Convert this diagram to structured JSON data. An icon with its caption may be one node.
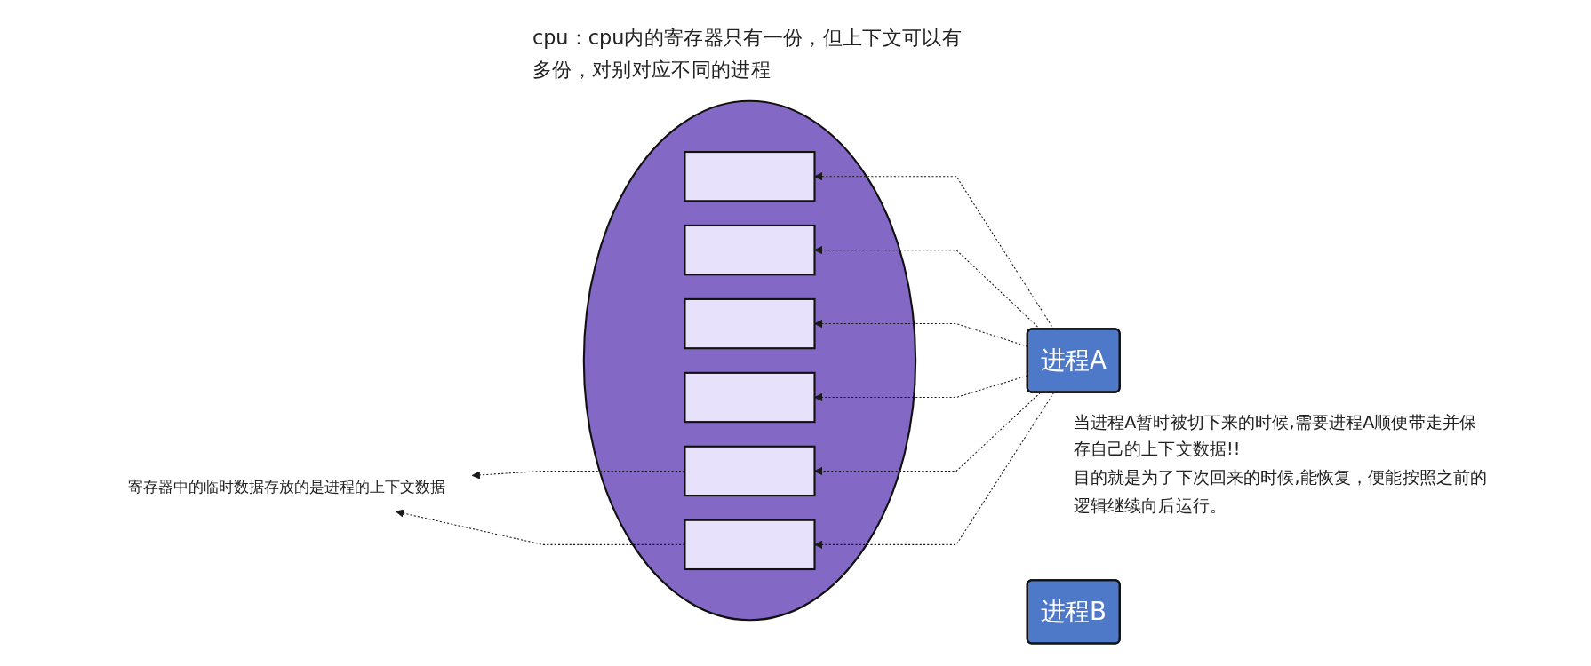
{
  "diagram": {
    "nodes": [
      {
        "text": [
          "cpu：cpu内的寄存器只有一份，但上下文可以有多份，对别对应不同的进程"
        ]
      },
      {
        "text": [],
        "shape": "box",
        "in": 0
      },
      {
        "text": [],
        "shape": "box",
        "in": 0
      },
      {
        "text": [],
        "shape": "box",
        "in": 0
      },
      {
        "text": [],
        "shape": "box",
        "in": 0
      },
      {
        "text": [],
        "shape": "box",
        "in": 0
      },
      {
        "text": [],
        "shape": "box",
        "in": 0
      },
      {
        "text": [
          "进程A"
        ],
        "beside": [
          "当进程A暂时被切下来的时候,需要进程A顺便带走并保存自己的上下文数据!!",
          "目的就是为了下次回来的时候,能恢复，便能按照之前的逻辑继续向后运行。"
        ]
      },
      {
        "text": [
          "进程B"
        ]
      },
      {
        "text": [
          "寄存器中的临时数据存放的是进程的上下文数据"
        ]
      }
    ],
    "edges": [
      {
        "from": 7,
        "to": 1,
        "arrow": "to",
        "style": "dashed"
      },
      {
        "from": 7,
        "to": 2,
        "arrow": "to",
        "style": "dashed"
      },
      {
        "from": 7,
        "to": 3,
        "arrow": "to",
        "style": "dashed"
      },
      {
        "from": 7,
        "to": 4,
        "arrow": "to",
        "style": "dashed"
      },
      {
        "from": 7,
        "to": 5,
        "arrow": "to",
        "style": "dashed"
      },
      {
        "from": 7,
        "to": 6,
        "arrow": "to",
        "style": "dashed"
      },
      {
        "from": 5,
        "to": 9,
        "arrow": "to",
        "style": "dashed"
      },
      {
        "from": 6,
        "to": 9,
        "arrow": "to",
        "style": "dashed"
      }
    ]
  }
}
